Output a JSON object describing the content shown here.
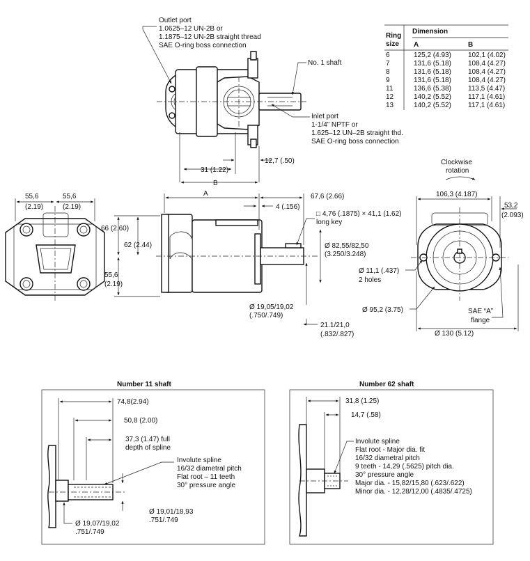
{
  "top_view": {
    "outlet_port": [
      "Outlet port",
      "1.0625–12 UN-2B or",
      "1.1875–12 UN-2B straight thread",
      "SAE O-ring boss connection"
    ],
    "no1_shaft": "No. 1 shaft",
    "inlet_port": [
      "Inlet port",
      "1-1/4” NPTF or",
      "1.625–12 UN–2B straight thd.",
      "SAE O-ring boss connection"
    ],
    "dim_12_7": "12,7 (.50)",
    "dim_31": "31 (1.22)",
    "dim_b": "B"
  },
  "ring_table": {
    "header_col0": [
      "Ring",
      "size"
    ],
    "header_dimension": "Dimension",
    "header_a": "A",
    "header_b": "B",
    "rows": [
      [
        "6",
        "125,2 (4.93)",
        "102,1 (4.02)"
      ],
      [
        "7",
        "131,6 (5.18)",
        "108,4 (4.27)"
      ],
      [
        "8",
        "131,6 (5.18)",
        "108,4 (4.27)"
      ],
      [
        "9",
        "131,6 (5.18)",
        "108,4 (4.27)"
      ],
      [
        "11",
        "136,6 (5.38)",
        "113,5 (4.47)"
      ],
      [
        "12",
        "140,2 (5.52)",
        "117,1 (4.61)"
      ],
      [
        "13",
        "140,2 (5.52)",
        "117,1 (4.61)"
      ]
    ]
  },
  "left_view": {
    "dim_55_6_left": [
      "55,6",
      "(2.19)"
    ],
    "dim_55_6_right": [
      "55,6",
      "(2.19)"
    ]
  },
  "side_view": {
    "dim_a": "A",
    "dim_67_6": "67,6 (2.66)",
    "dim_4": "4 (.156)",
    "key": [
      "□ 4,76 (.1875) × 41,1 (1.62)",
      "long key"
    ],
    "dim_66": "66 (2.60)",
    "dim_62": "62 (2.44)",
    "dim_55_6": [
      "55,6",
      "(2.19)"
    ],
    "dim_82_55": [
      "Ø 82,55/82,50",
      "(3.250/3.248)"
    ],
    "dim_19_05": [
      "Ø 19,05/19,02",
      "(.750/.749)"
    ],
    "dim_21_1": [
      "21.1/21,0",
      "(.832/.827)"
    ]
  },
  "right_view": {
    "rotation": [
      "Clockwise",
      "rotation"
    ],
    "dim_106_3": "106,3 (4.187)",
    "dim_53_2": [
      "53,2",
      "(2.093)"
    ],
    "holes": [
      "Ø 11,1 (.437)",
      "2 holes"
    ],
    "dim_95_2": "Ø 95,2 (3.75)",
    "flange": [
      "SAE “A”",
      "flange"
    ],
    "dim_130": "Ø 130 (5.12)"
  },
  "shaft11": {
    "title": "Number 11 shaft",
    "dim_74_8": "74,8(2.94)",
    "dim_50_8": "50,8 (2.00)",
    "dim_37_3": [
      "37,3 (1.47) full",
      "depth of spline"
    ],
    "spline": [
      "Involute spline",
      "16/32 diametral pitch",
      "Flat root – 11 teeth",
      "30° pressure angle"
    ],
    "dim_19_01": [
      "Ø 19,01/18,93",
      ".751/.749"
    ],
    "dim_19_07": [
      "Ø 19,07/19,02",
      ".751/.749"
    ]
  },
  "shaft62": {
    "title": "Number 62 shaft",
    "dim_31_8": "31,8 (1.25)",
    "dim_14_7": "14,7 (.58)",
    "spline": [
      "Involute spline",
      "Flat root - Major dia. fit",
      "16/32 diametral pitch",
      "9 teeth - 14,29 (.5625) pitch dia.",
      "30° pressure angle",
      "Major dia. - 15,82/15,80 (.623/.622)",
      "Minor dia. - 12,28/12,00 (.4835/.4725)"
    ]
  }
}
